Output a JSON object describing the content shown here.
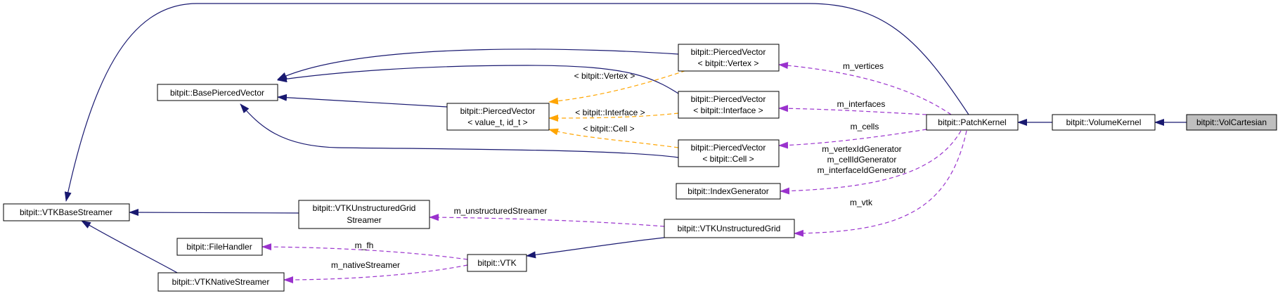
{
  "nodes": {
    "vol_cartesian": [
      "bitpit::VolCartesian"
    ],
    "volume_kernel": [
      "bitpit::VolumeKernel"
    ],
    "patch_kernel": [
      "bitpit::PatchKernel"
    ],
    "pv_vertex": [
      "bitpit::PiercedVector",
      "< bitpit::Vertex >"
    ],
    "pv_interface": [
      "bitpit::PiercedVector",
      "< bitpit::Interface >"
    ],
    "pv_cell": [
      "bitpit::PiercedVector",
      "< bitpit::Cell >"
    ],
    "base_pierced_vector": [
      "bitpit::BasePiercedVector"
    ],
    "pierced_vector_template": [
      "bitpit::PiercedVector",
      "< value_t, id_t >"
    ],
    "index_generator": [
      "bitpit::IndexGenerator"
    ],
    "vtk_unstructured_grid": [
      "bitpit::VTKUnstructuredGrid"
    ],
    "vtk_unstructured_grid_streamer": [
      "bitpit::VTKUnstructuredGrid",
      "Streamer"
    ],
    "vtk_base_streamer": [
      "bitpit::VTKBaseStreamer"
    ],
    "file_handler": [
      "bitpit::FileHandler"
    ],
    "vtk": [
      "bitpit::VTK"
    ],
    "vtk_native_streamer": [
      "bitpit::VTKNativeStreamer"
    ]
  },
  "edge_labels": {
    "m_vertices": [
      "m_vertices"
    ],
    "m_interfaces": [
      "m_interfaces"
    ],
    "m_cells": [
      "m_cells"
    ],
    "id_generators": [
      "m_vertexIdGenerator",
      "m_cellIdGenerator",
      "m_interfaceIdGenerator"
    ],
    "m_vtk": [
      "m_vtk"
    ],
    "m_unstructured_streamer": [
      "m_unstructuredStreamer"
    ],
    "m_fh": [
      "m_fh"
    ],
    "m_native_streamer": [
      "m_nativeStreamer"
    ],
    "tpl_vertex": [
      "< bitpit::Vertex >"
    ],
    "tpl_interface": [
      "< bitpit::Interface >"
    ],
    "tpl_cell": [
      "< bitpit::Cell >"
    ]
  },
  "colors": {
    "inheritance": "#191970",
    "member_usage": "#9a32cd",
    "template_instance": "#ffa500",
    "current_node_fill": "#bfbfbf"
  }
}
